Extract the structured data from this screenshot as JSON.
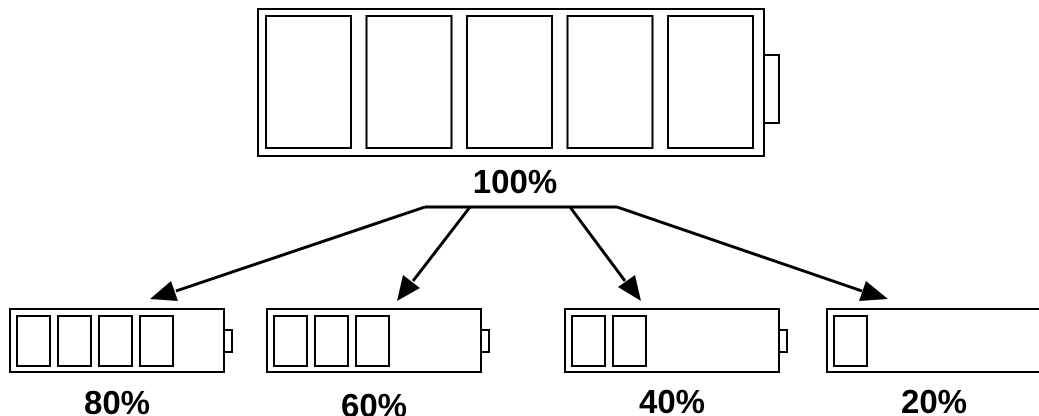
{
  "diagram": {
    "source": {
      "label": "100%",
      "level_percent": 100,
      "cells_filled": 5,
      "cells_total": 5
    },
    "targets": [
      {
        "label": "80%",
        "level_percent": 80,
        "cells_filled": 4,
        "cells_total": 5
      },
      {
        "label": "60%",
        "level_percent": 60,
        "cells_filled": 3,
        "cells_total": 5
      },
      {
        "label": "40%",
        "level_percent": 40,
        "cells_filled": 2,
        "cells_total": 5
      },
      {
        "label": "20%",
        "level_percent": 20,
        "cells_filled": 1,
        "cells_total": 5
      }
    ],
    "colors": {
      "stroke": "#000000",
      "background": "#ffffff"
    }
  }
}
